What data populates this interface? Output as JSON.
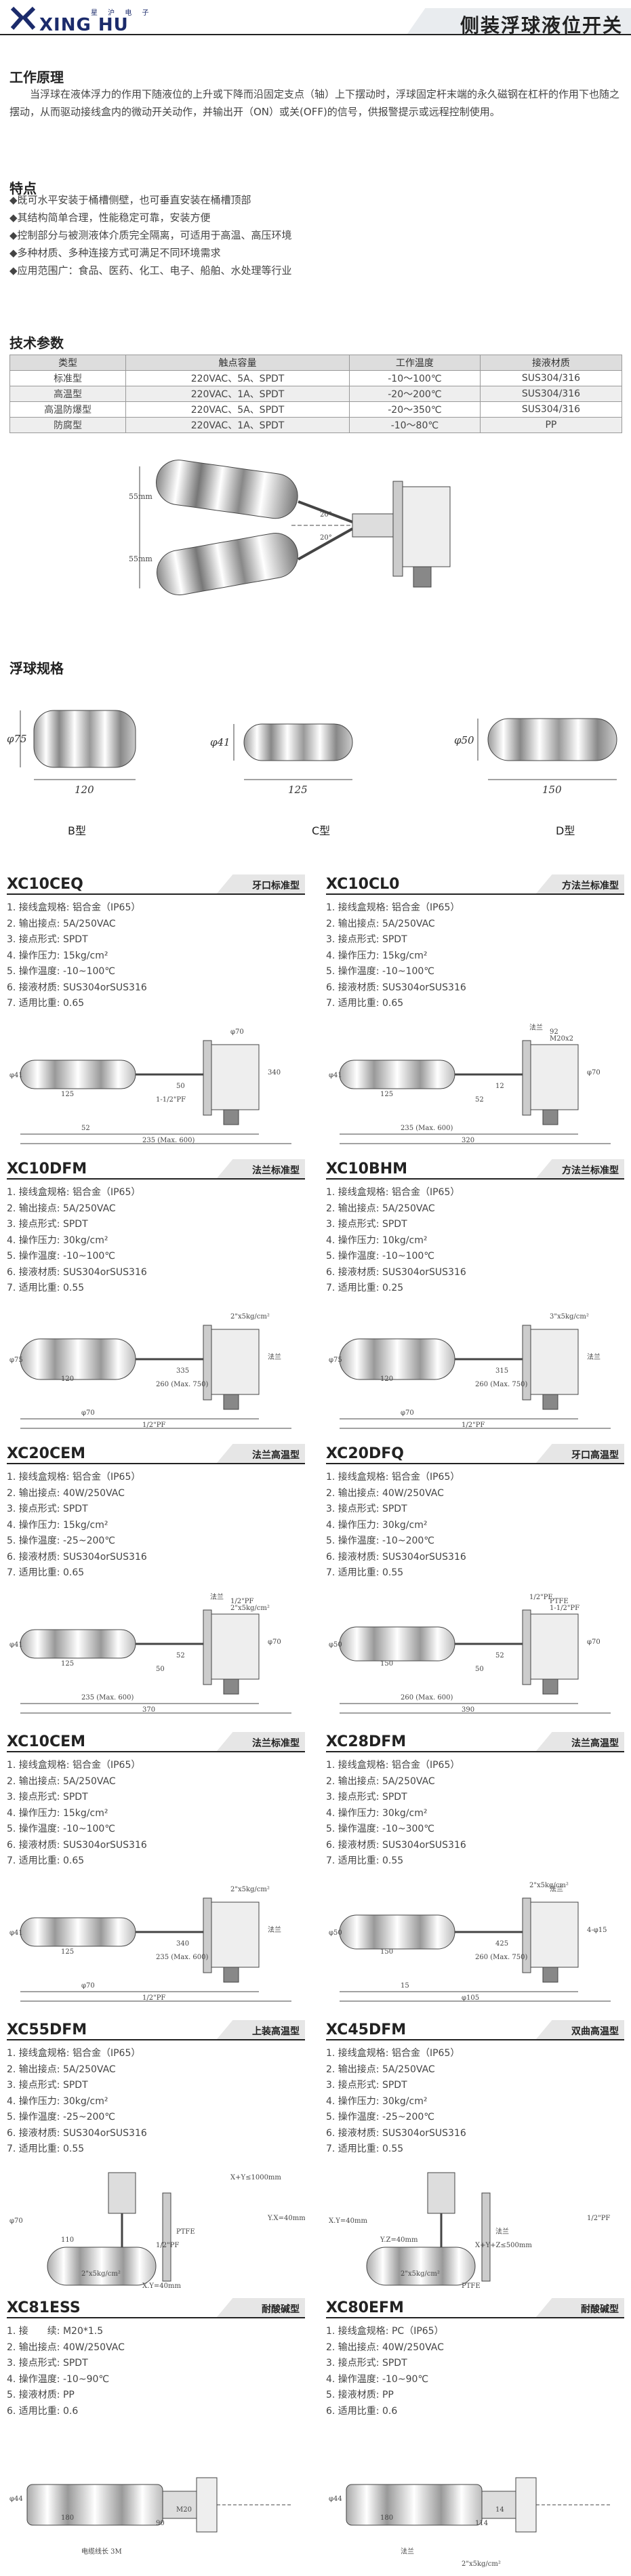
{
  "header": {
    "logo_en": "XING HU",
    "logo_cn": "星 沪 电 子",
    "title": "侧装浮球液位开关"
  },
  "principle": {
    "heading": "工作原理",
    "text": "当浮球在液体浮力的作用下随液位的上升或下降而沿固定支点（轴）上下摆动时，浮球固定杆末端的永久磁钢在杠杆的作用下也随之摆动，从而驱动接线盒内的微动开关动作，并输出开（ON）或关(OFF)的信号，供报警提示或远程控制使用。"
  },
  "features": {
    "heading": "特点",
    "items": [
      "◆既可水平安装于桶槽侧壁，也可垂直安装在桶槽顶部",
      "◆其结构简单合理，性能稳定可靠，安装方便",
      "◆控制部分与被测液体介质完全隔离，可适用于高温、高压环境",
      "◆多种材质、多种连接方式可满足不同环境需求",
      "◆应用范围广：食品、医药、化工、电子、船舶、水处理等行业"
    ]
  },
  "tech": {
    "heading": "技术参数",
    "columns": [
      "类型",
      "触点容量",
      "工作温度",
      "接液材质"
    ],
    "rows": [
      [
        "标准型",
        "220VAC、5A、SPDT",
        "-10～100℃",
        "SUS304/316"
      ],
      [
        "高温型",
        "220VAC、1A、SPDT",
        "-20～200℃",
        "SUS304/316"
      ],
      [
        "高温防爆型",
        "220VAC、5A、SPDT",
        "-20～350℃",
        "SUS304/316"
      ],
      [
        "防腐型",
        "220VAC、1A、SPDT",
        "-10～80℃",
        "PP"
      ]
    ]
  },
  "overview_dims": {
    "top": "55mm",
    "bottom": "55mm",
    "angle_up": "20°",
    "angle_down": "20°"
  },
  "floats": {
    "heading": "浮球规格",
    "items": [
      {
        "label": "B型",
        "dia": "φ75",
        "len": "120"
      },
      {
        "label": "C型",
        "dia": "φ41",
        "len": "125"
      },
      {
        "label": "D型",
        "dia": "φ50",
        "len": "150"
      }
    ]
  },
  "products": [
    {
      "name": "XC10CEQ",
      "tag": "牙口标准型",
      "specs": [
        "1. 接线盒规格: 铝合金（IP65）",
        "2. 输出接点: 5A/250VAC",
        "3. 接点形式: SPDT",
        "4. 操作压力: 15kg/cm²",
        "5. 操作温度: -10~100℃",
        "6. 接液材质: SUS304orSUS316",
        "7. 适用比重: 0.65"
      ],
      "dims": [
        "φ41",
        "125",
        "1-1/2\"PF",
        "50",
        "52",
        "235 (Max. 600)",
        "340",
        "φ70"
      ]
    },
    {
      "name": "XC10CL0",
      "tag": "方法兰标准型",
      "specs": [
        "1. 接线盒规格: 铝合金（IP65）",
        "2. 输出接点: 5A/250VAC",
        "3. 接点形式: SPDT",
        "4. 操作压力: 15kg/cm²",
        "5. 操作温度: -10~100℃",
        "6. 接液材质: SUS304orSUS316",
        "7. 适用比重: 0.65"
      ],
      "dims": [
        "φ41",
        "125",
        "52",
        "12",
        "235 (Max. 600)",
        "320",
        "φ70",
        "92",
        "法兰",
        "M20x2"
      ]
    },
    {
      "name": "XC10DFM",
      "tag": "法兰标准型",
      "specs": [
        "1. 接线盒规格: 铝合金（IP65）",
        "2. 输出接点: 5A/250VAC",
        "3. 接点形式: SPDT",
        "4. 操作压力: 30kg/cm²",
        "5. 操作温度: -10~100℃",
        "6. 接液材质: SUS304orSUS316",
        "7. 适用比重: 0.55"
      ],
      "dims": [
        "φ75",
        "120",
        "260 (Max. 750)",
        "335",
        "φ70",
        "1/2\"PF",
        "法兰",
        "2\"x5kg/cm²"
      ]
    },
    {
      "name": "XC10BHM",
      "tag": "方法兰标准型",
      "specs": [
        "1. 接线盒规格: 铝合金（IP65）",
        "2. 输出接点: 5A/250VAC",
        "3. 接点形式: SPDT",
        "4. 操作压力: 10kg/cm²",
        "5. 操作温度: -10~100℃",
        "6. 接液材质: SUS304orSUS316",
        "7. 适用比重: 0.25"
      ],
      "dims": [
        "φ75",
        "120",
        "260 (Max. 750)",
        "315",
        "φ70",
        "1/2\"PF",
        "法兰",
        "3\"x5kg/cm²"
      ]
    },
    {
      "name": "XC20CEM",
      "tag": "法兰高温型",
      "specs": [
        "1. 接线盒规格: 铝合金（IP65）",
        "2. 输出接点: 40W/250VAC",
        "3. 接点形式: SPDT",
        "4. 操作压力: 15kg/cm²",
        "5. 操作温度: -25~200℃",
        "6. 接液材质: SUS304orSUS316",
        "7. 适用比重: 0.65"
      ],
      "dims": [
        "φ41",
        "125",
        "50",
        "52",
        "235 (Max. 600)",
        "370",
        "φ70",
        "1/2\"PF",
        "法兰",
        "2\"x5kg/cm²"
      ]
    },
    {
      "name": "XC20DFQ",
      "tag": "牙口高温型",
      "specs": [
        "1. 接线盒规格: 铝合金（IP65）",
        "2. 输出接点: 40W/250VAC",
        "3. 接点形式: SPDT",
        "4. 操作压力: 30kg/cm²",
        "5. 操作温度: -10~200℃",
        "6. 接液材质: SUS304orSUS316",
        "7. 适用比重: 0.55"
      ],
      "dims": [
        "φ50",
        "150",
        "50",
        "52",
        "260 (Max. 600)",
        "390",
        "φ70",
        "PTFE",
        "1/2\"PF",
        "1-1/2\"PF"
      ]
    },
    {
      "name": "XC10CEM",
      "tag": "法兰标准型",
      "specs": [
        "1. 接线盒规格: 铝合金（IP65）",
        "2. 输出接点: 5A/250VAC",
        "3. 接点形式: SPDT",
        "4. 操作压力: 15kg/cm²",
        "5. 操作温度: -10~100℃",
        "6. 接液材质: SUS304orSUS316",
        "7. 适用比重: 0.65"
      ],
      "dims": [
        "φ41",
        "125",
        "235 (Max. 600)",
        "340",
        "φ70",
        "1/2\"PF",
        "法兰",
        "2\"x5kg/cm²"
      ]
    },
    {
      "name": "XC28DFM",
      "tag": "法兰高温型",
      "specs": [
        "1. 接线盒规格: 铝合金（IP65）",
        "2. 输出接点: 5A/250VAC",
        "3. 接点形式: SPDT",
        "4. 操作压力: 30kg/cm²",
        "5. 操作温度: -10~300℃",
        "6. 接液材质: SUS304orSUS316",
        "7. 适用比重: 0.55"
      ],
      "dims": [
        "φ50",
        "150",
        "260 (Max. 750)",
        "425",
        "15",
        "φ105",
        "4-φ15",
        "法兰",
        "2\"x5kg/cm²"
      ]
    },
    {
      "name": "XC55DFM",
      "tag": "上装高温型",
      "specs": [
        "1. 接线盒规格: 铝合金（IP65）",
        "2. 输出接点: 5A/250VAC",
        "3. 接点形式: SPDT",
        "4. 操作压力: 30kg/cm²",
        "5. 操作温度: -25~200℃",
        "6. 接液材质: SUS304orSUS316",
        "7. 适用比重: 0.55"
      ],
      "dims": [
        "φ70",
        "110",
        "1/2\"PF",
        "PTFE",
        "2\"x5kg/cm²",
        "X.Y=40mm",
        "Y.X=40mm",
        "X+Y≤1000mm"
      ]
    },
    {
      "name": "XC45DFM",
      "tag": "双曲高温型",
      "specs": [
        "1. 接线盒规格: 铝合金（IP65）",
        "2. 输出接点: 5A/250VAC",
        "3. 接点形式: SPDT",
        "4. 操作压力: 30kg/cm²",
        "5. 操作温度: -25~200℃",
        "6. 接液材质: SUS304orSUS316",
        "7. 适用比重: 0.55"
      ],
      "dims": [
        "X.Y=40mm",
        "Y.Z=40mm",
        "X+Y+Z≤500mm",
        "法兰",
        "2\"x5kg/cm²",
        "PTFE",
        "1/2\"PF"
      ]
    },
    {
      "name": "XC81ESS",
      "tag": "耐酸碱型",
      "specs": [
        "1. 接　　续: M20*1.5",
        "2. 输出接点: 40W/250VAC",
        "3. 接点形式: SPDT",
        "4. 操作温度: -10~90℃",
        "5. 接液材质: PP",
        "6. 适用比重: 0.6"
      ],
      "dims": [
        "φ44",
        "180",
        "90",
        "M20",
        "电缆线长 3M"
      ]
    },
    {
      "name": "XC80EFM",
      "tag": "耐酸碱型",
      "specs": [
        "1. 接线盒规格: PC（IP65）",
        "2. 输出接点: 40W/250VAC",
        "3. 接点形式: SPDT",
        "4. 操作温度: -10~90℃",
        "5. 接液材质: PP",
        "6. 适用比重: 0.6"
      ],
      "dims": [
        "φ44",
        "180",
        "114",
        "14",
        "法兰",
        "2\"x5kg/cm²"
      ]
    }
  ],
  "colors": {
    "text": "#333333",
    "table_header": "#dddddd",
    "table_alt": "#eeeeee",
    "logo": "#1b2b6b"
  }
}
